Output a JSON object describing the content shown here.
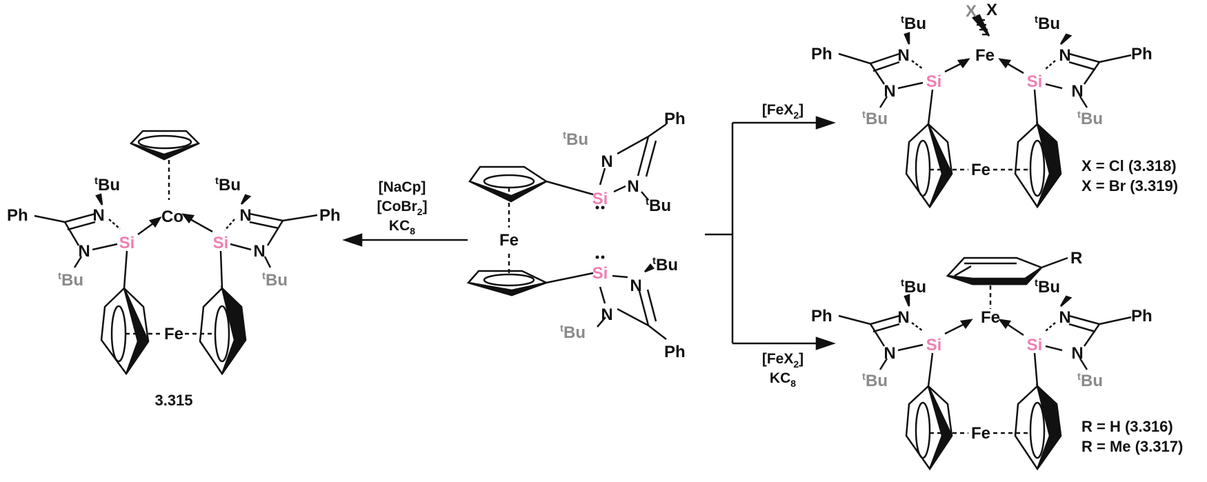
{
  "colors": {
    "silicon": "#f07fb2",
    "tbu": "#8a8a8a",
    "ink": "#111111",
    "background": "#ffffff"
  },
  "atoms": {
    "si": "Si",
    "n": "N",
    "fe": "Fe",
    "co": "Co",
    "ph": "Ph",
    "r": "R",
    "x": "X"
  },
  "tbu": {
    "prefix": "t",
    "group": "Bu"
  },
  "reagents": {
    "left": {
      "line1": "[NaCp]",
      "line2_main": "[CoBr",
      "line2_sub": "2",
      "line2_tail": "]",
      "line3_main": "KC",
      "line3_sub": "8"
    },
    "top_right": {
      "main": "[FeX",
      "sub": "2",
      "tail": "]"
    },
    "bottom_right": {
      "line1_main": "[FeX",
      "line1_sub": "2",
      "line1_tail": "]",
      "line2_main": "KC",
      "line2_sub": "8"
    }
  },
  "compounds": {
    "cobalt": "3.315",
    "top_legend": [
      "X = Cl (3.318)",
      "X = Br (3.319)"
    ],
    "bottom_legend": [
      "R = H (3.316)",
      "R = Me (3.317)"
    ]
  }
}
